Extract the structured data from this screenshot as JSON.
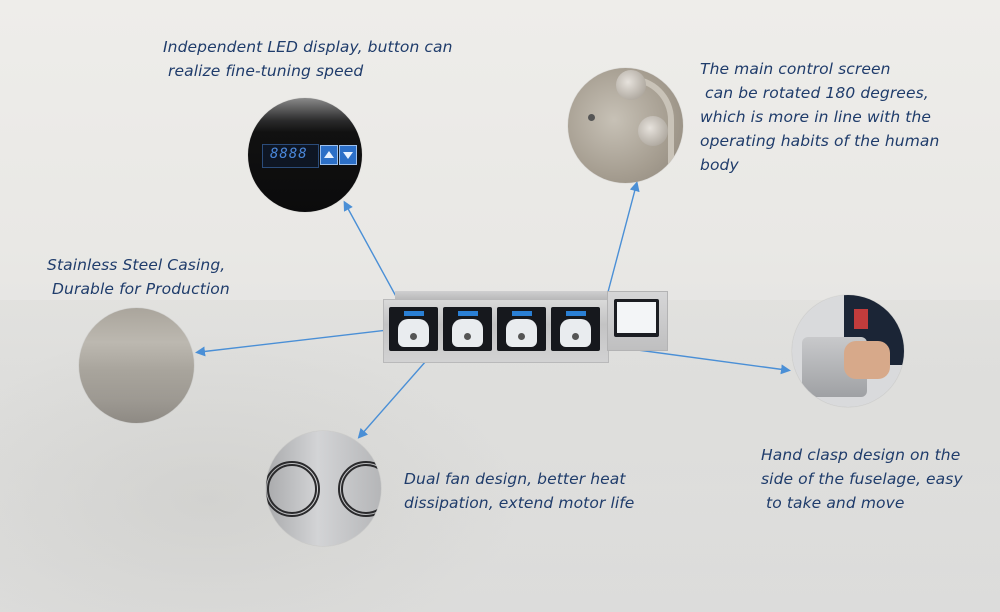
{
  "features": [
    {
      "id": "led",
      "text": "Independent LED display, button can\n realize fine-tuning speed",
      "image": "led-display-closeup"
    },
    {
      "id": "screen",
      "text": "The main control screen\n can be rotated 180 degrees,\nwhich is more in line with the\noperating habits of the human\nbody",
      "image": "rotating-hinge-closeup"
    },
    {
      "id": "casing",
      "text": "Stainless Steel Casing,\n Durable for Production",
      "image": "stainless-steel-surface"
    },
    {
      "id": "handle",
      "text": "Hand clasp design on the\nside of the fuselage, easy\n to take and move",
      "image": "hand-holding-handle"
    },
    {
      "id": "fan",
      "text": "Dual fan design, better heat\ndissipation, extend motor life",
      "image": "dual-fan-vents"
    }
  ],
  "device": {
    "pump_heads": 4,
    "led_digits": "8888",
    "has_touch_screen": true
  },
  "colors": {
    "text": "#1f3c6b",
    "arrow": "#4a8fd6",
    "background": "#e9e8e5"
  }
}
